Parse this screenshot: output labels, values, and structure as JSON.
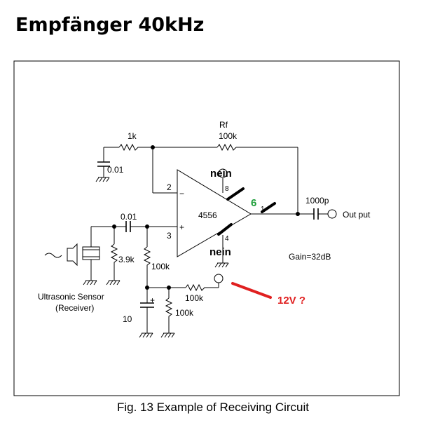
{
  "title": "Empfänger 40kHz",
  "caption": "Fig. 13  Example of Receiving Circuit",
  "labels": {
    "rf_name": "Rf",
    "rf_value": "100k",
    "r_input": "1k",
    "c_top": "0.01",
    "c_input": "0.01",
    "r_shunt": "3.9k",
    "r_bias_upper": "100k",
    "r_supply": "100k",
    "r_bias_lower": "100k",
    "c_bias": "10",
    "c_bias_plus": "+",
    "opamp": "4556",
    "pin_inv": "2",
    "pin_noninv": "3",
    "minus_sign": "−",
    "plus_sign": "+",
    "c_out": "1000p",
    "out_label": "Out put",
    "gain": "Gain=32dB",
    "sensor_line1": "Ultrasonic Sensor",
    "sensor_line2": "(Receiver)",
    "pin_8": "8",
    "pin_4": "4",
    "pin_1": "1"
  },
  "annotations": {
    "nein_top": "nein",
    "nein_bottom": "nein",
    "pin_six": "6",
    "supply_question": "12V ?"
  },
  "colors": {
    "annotation_green": "#1e9e3a",
    "annotation_red": "#e02020",
    "wire": "#000000"
  }
}
